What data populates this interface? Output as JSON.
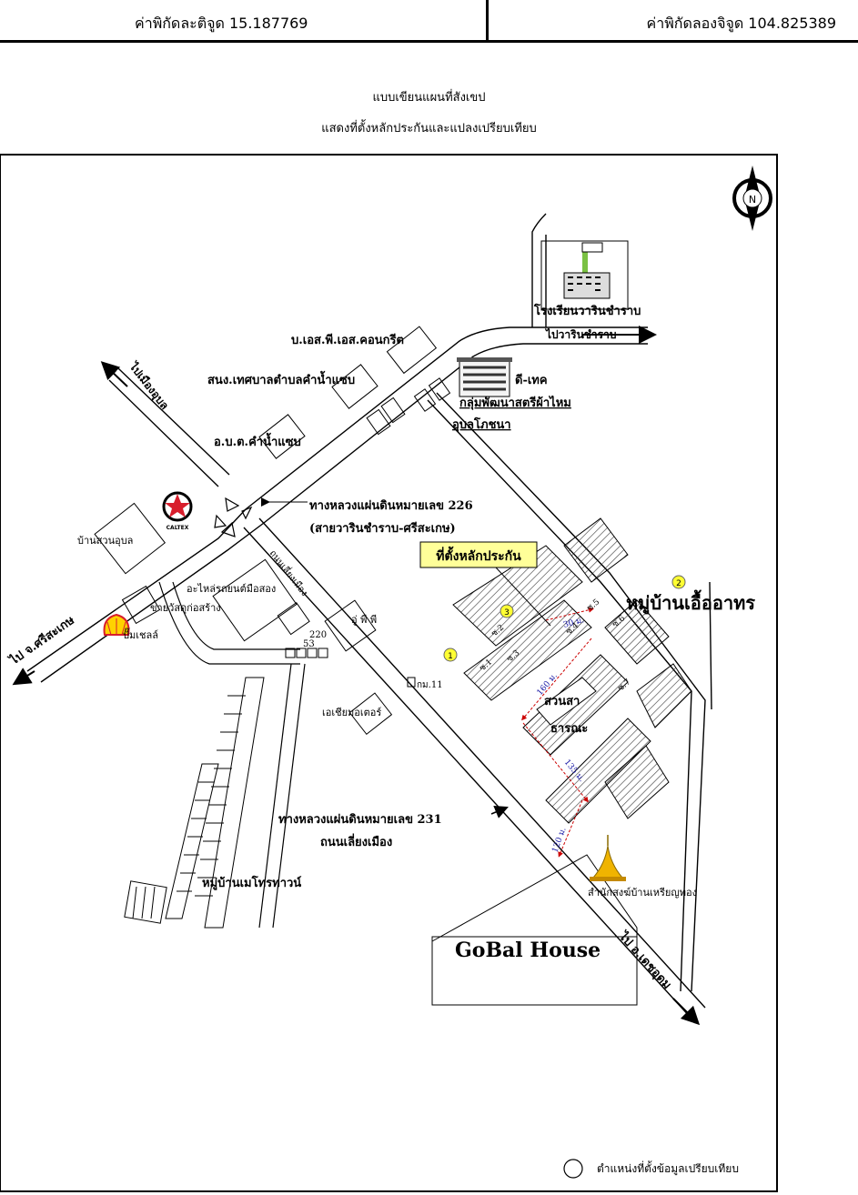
{
  "header": {
    "latitude": "ค่าพิกัดละติจูด 15.187769",
    "longitude": "ค่าพิกัดลองจิจูด 104.825389"
  },
  "map": {
    "title": "แบบเขียนแผนที่สังเขป",
    "subtitle": "แสดงที่ตั้งหลักประกันและแปลงเปรียบเทียบ",
    "north": "N",
    "labels": {
      "school": "โรงเรียนวารินชำราบ",
      "to_warin": "ไปวารินชำราบ",
      "concrete": "บ.เอส.พี.เอส.คอนกรีต",
      "municipality": "สนง.เทศบาลตำบลคำน้ำแซบ",
      "obt": "อ.บ.ต.คำน้ำแซบ",
      "dtech": "ดี-เทค",
      "silk": "กลุ่มพัฒนาสตรีผ้าไหม",
      "ubon_phochana": "อุบลโภชนา",
      "to_ubon": "ไปเมืองอุบล",
      "highway226": "ทางหลวงแผ่นดินหมายเลข 226",
      "highway226_sub": "(สายวารินชำราบ-ศรีสะเกษ)",
      "caltex": "CALTEX",
      "suan_ubon": "บ้านสวนอุบล",
      "to_sisaket": "ไป จ.ศรีสะเกษ",
      "spare_parts": "อะไหล่รถยนต์มือสอง",
      "hardware": "ขายวัสดุก่อสร้าง",
      "shell": "ปั๊มเชลล์",
      "bypass_road": "ถนนเลี่ยงเมือง",
      "upp": "อู่ พี พี",
      "n220": "220",
      "n53": "53",
      "km11": "กม.11",
      "asia_motor": "เอเชียมอเตอร์",
      "collateral": "ที่ตั้งหลักประกัน",
      "village": "หมู่บ้านเอื้ออาทร",
      "public_garden_1": "สวนสา",
      "public_garden_2": "ธารณะ",
      "highway231": "ทางหลวงแผ่นดินหมายเลข 231",
      "highway231_sub": "ถนนเลี่ยงเมือง",
      "metro_town": "หมู่บ้านเมโทรทาวน์",
      "temple": "สำนักสงฆ์บ้านเหรียญทอง",
      "gobal": "GoBal House",
      "to_detudom": "ไป อ.เดชอุดม",
      "d30": "30 ม.",
      "d160": "160 ม.",
      "d135": "135 ม.",
      "d120": "120 ม.",
      "m1": "1",
      "m2": "2",
      "m3": "3",
      "soi1": "ซ.1",
      "soi2": "ซ.2",
      "soi3": "ซ.3",
      "soi4": "ซ.4",
      "soi5": "ซ.5",
      "soi6": "ซ.6",
      "soi7": "ซ.7"
    },
    "legend": "ตำแหน่งที่ตั้งข้อมูลเปรียบเทียบ"
  },
  "colors": {
    "collateral_box": "#ffff99",
    "marker": "#ffff33",
    "distance": "#cc0000",
    "distance_text": "#1a1aa6",
    "school_green": "#7ac143",
    "temple_gold": "#f0b400",
    "caltex_red": "#d81e2c",
    "shell_yellow": "#ffd200"
  }
}
